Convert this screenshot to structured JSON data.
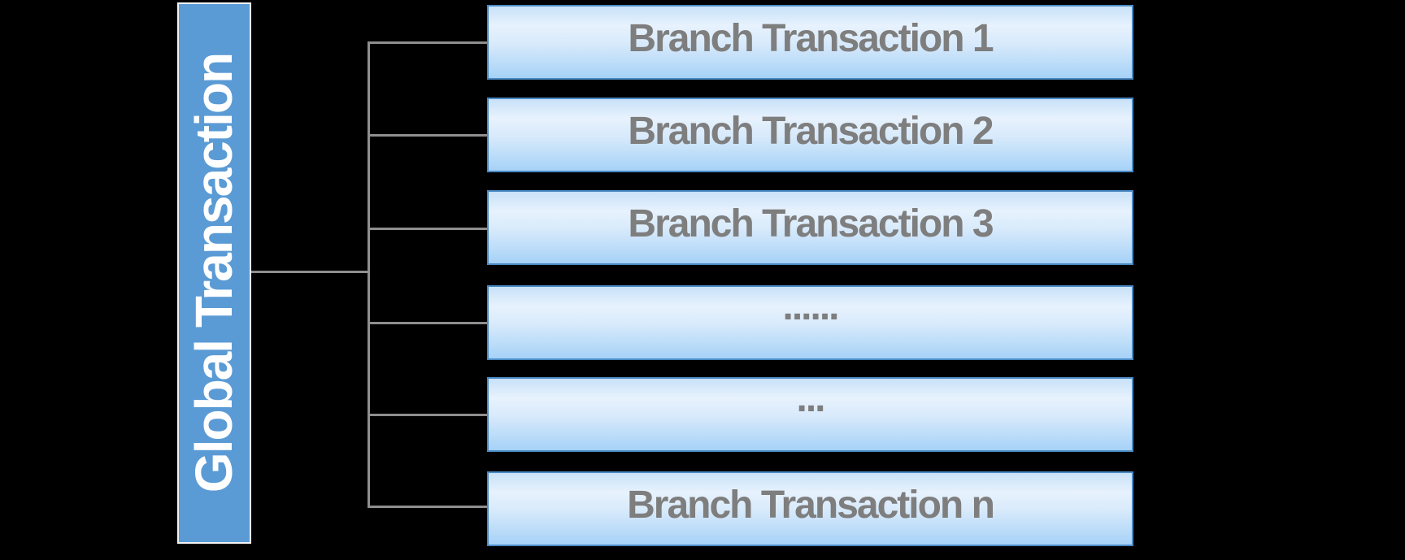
{
  "diagram": {
    "global_box": {
      "label": "Global Transaction"
    },
    "branches": [
      {
        "label": "Branch Transaction 1"
      },
      {
        "label": "Branch Transaction 2"
      },
      {
        "label": "Branch Transaction 3"
      },
      {
        "label": "......"
      },
      {
        "label": "..."
      },
      {
        "label": "Branch Transaction n"
      }
    ],
    "colors": {
      "background": "#000000",
      "global_fill": "#5b9bd5",
      "global_border": "#f2f2f2",
      "global_text": "#ffffff",
      "branch_border": "#4a8ac4",
      "branch_text": "#7e7e7e",
      "branch_gradient_top": "#c8e1f8",
      "branch_gradient_highlight": "#e7f2fd",
      "branch_gradient_mid": "#d8eafb",
      "branch_gradient_bottom": "#a6d2f7",
      "connector": "#8f8f8f"
    }
  }
}
